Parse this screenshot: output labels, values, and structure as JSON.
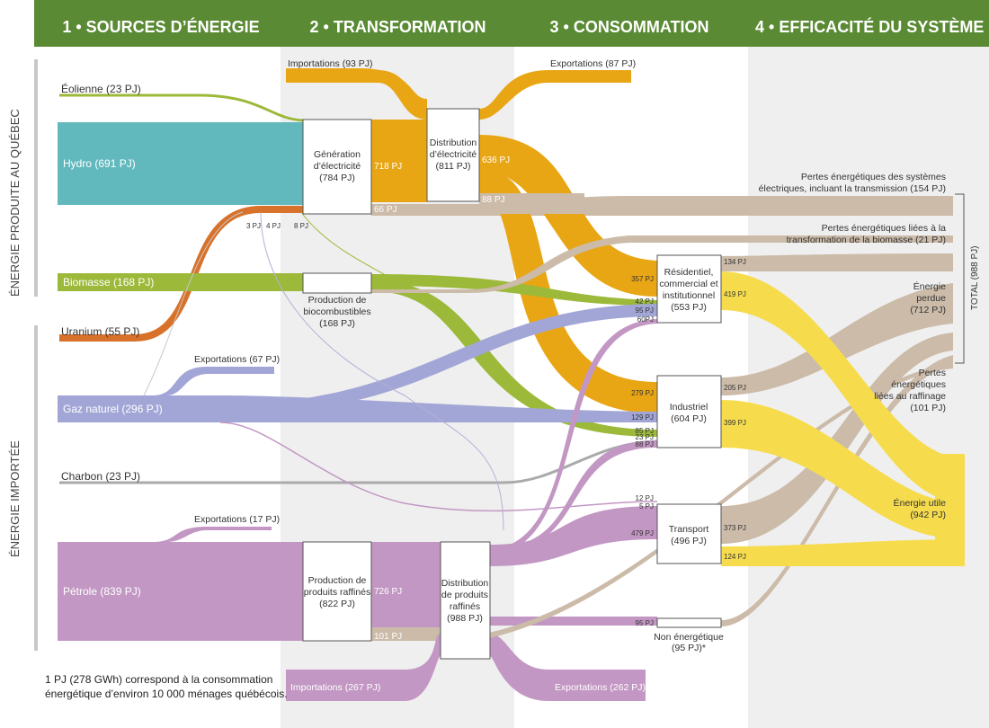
{
  "colors": {
    "header": "#5a8a33",
    "hydro": "#62b9bd",
    "wind": "#9cb93a",
    "biomass": "#9cb93a",
    "uranium": "#d8722a",
    "gas": "#a2a6d6",
    "coal": "#a9aaa9",
    "petroleum": "#c397c3",
    "electricity": "#e9a614",
    "loss": "#cbbba8",
    "useful": "#f6dc4d",
    "band": "#efefef"
  },
  "headers": {
    "sources": "1 • SOURCES D’ÉNERGIE",
    "transformation": "2 • TRANSFORMATION",
    "consumption": "3 • CONSOMMATION",
    "efficiency": "4 • EFFICACITÉ DU SYSTÈME"
  },
  "side_labels": {
    "produced": "ÉNERGIE PRODUITE AU QUÉBEC",
    "imported": "ÉNERGIE IMPORTÉE"
  },
  "sources": {
    "wind": "Éolienne (23 PJ)",
    "hydro": "Hydro (691 PJ)",
    "biomass": "Biomasse (168 PJ)",
    "uranium": "Uranium (55 PJ)",
    "gas": "Gaz naturel (296 PJ)",
    "coal": "Charbon (23 PJ)",
    "petroleum": "Pétrole (839 PJ)"
  },
  "imports_exports": {
    "elec_import": "Importations (93 PJ)",
    "elec_export": "Exportations (87 PJ)",
    "gas_export": "Exportations (67 PJ)",
    "oil_export": "Exportations (17 PJ)",
    "refined_import": "Importations (267 PJ)",
    "refined_export": "Exportations (262 PJ)"
  },
  "boxes": {
    "generation": [
      "Génération",
      "d’électricité",
      "(784 PJ)"
    ],
    "distribution_elec": [
      "Distribution",
      "d’électricité",
      "(811 PJ)"
    ],
    "biofuels": [
      "Production de",
      "biocombustibles",
      "(168 PJ)"
    ],
    "refinery": [
      "Production de",
      "produits raffinés",
      "(822 PJ)"
    ],
    "distribution_refined": [
      "Distribution",
      "de produits",
      "raffinés",
      "(988 PJ)"
    ],
    "residential": [
      "Résidentiel,",
      "commercial et",
      "institutionnel",
      "(553 PJ)"
    ],
    "industrial": [
      "Industriel",
      "(604 PJ)"
    ],
    "transport": [
      "Transport",
      "(496 PJ)"
    ],
    "non_energy": [
      "Non énergétique",
      "(95 PJ)*"
    ]
  },
  "flow_values": {
    "gen_718": "718 PJ",
    "gen_66": "66 PJ",
    "dist_636": "636 PJ",
    "dist_88": "88 PJ",
    "small_3": "3 PJ",
    "small_4": "4 PJ",
    "small_8": "8 PJ",
    "ref_726": "726 PJ",
    "ref_101": "101 PJ",
    "res_357": "357 PJ",
    "res_42": "42 PJ",
    "res_95": "95 PJ",
    "res_60": "60PJ",
    "ind_279": "279 PJ",
    "ind_129": "129 PJ",
    "ind_85": "85 PJ",
    "ind_23": "23 PJ",
    "ind_88": "88 PJ",
    "tr_12": "12 PJ",
    "tr_5": "5 PJ",
    "tr_479": "479 PJ",
    "ne_95": "95 PJ",
    "out_134": "134 PJ",
    "out_419": "419 PJ",
    "out_205": "205 PJ",
    "out_399": "399 PJ",
    "out_373": "373 PJ",
    "out_124": "124 PJ"
  },
  "efficiency": {
    "elec_losses": [
      "Pertes énergétiques des systèmes",
      "électriques, incluant la transmission (154 PJ)"
    ],
    "bio_losses": [
      "Pertes énergétiques liées à la",
      "transformation de la biomasse (21 PJ)"
    ],
    "lost": [
      "Énergie",
      "perdue",
      "(712 PJ)"
    ],
    "refining_losses": [
      "Pertes",
      "énergétiques",
      "liées au raffinage",
      "(101 PJ)"
    ],
    "useful": [
      "Énergie utile",
      "(942 PJ)"
    ],
    "total": "TOTAL (988 PJ)"
  },
  "footnote": [
    "1 PJ (278 GWh) correspond à la consommation",
    "énergétique d’environ 10 000 ménages québécois."
  ]
}
